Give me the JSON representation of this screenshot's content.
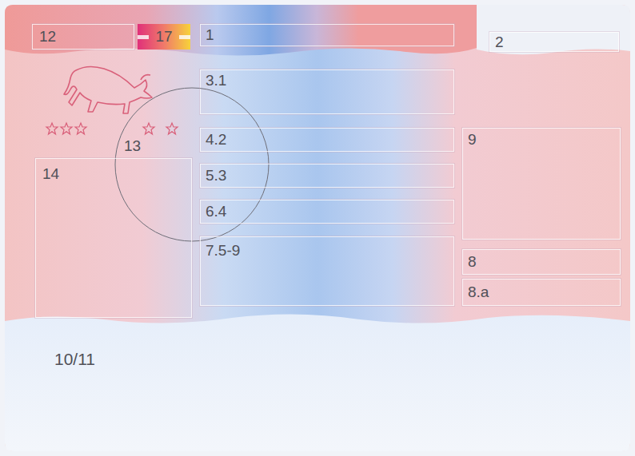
{
  "diagram": {
    "nodes": [
      {
        "text": [
          "12"
        ]
      },
      {
        "text": [
          "17"
        ]
      },
      {
        "text": [
          "1"
        ]
      },
      {
        "text": [
          "2"
        ]
      },
      {
        "text": [
          "3.1"
        ]
      },
      {
        "text": [
          "13"
        ]
      },
      {
        "text": [
          "4.2"
        ]
      },
      {
        "text": [
          "9"
        ]
      },
      {
        "text": [
          "14"
        ]
      },
      {
        "text": [
          "5.3"
        ]
      },
      {
        "text": [
          "6.4"
        ]
      },
      {
        "text": [
          "7.5-9"
        ]
      },
      {
        "text": [
          "8"
        ]
      },
      {
        "text": [
          "8.a"
        ]
      }
    ],
    "labels": [
      "10/11"
    ]
  }
}
